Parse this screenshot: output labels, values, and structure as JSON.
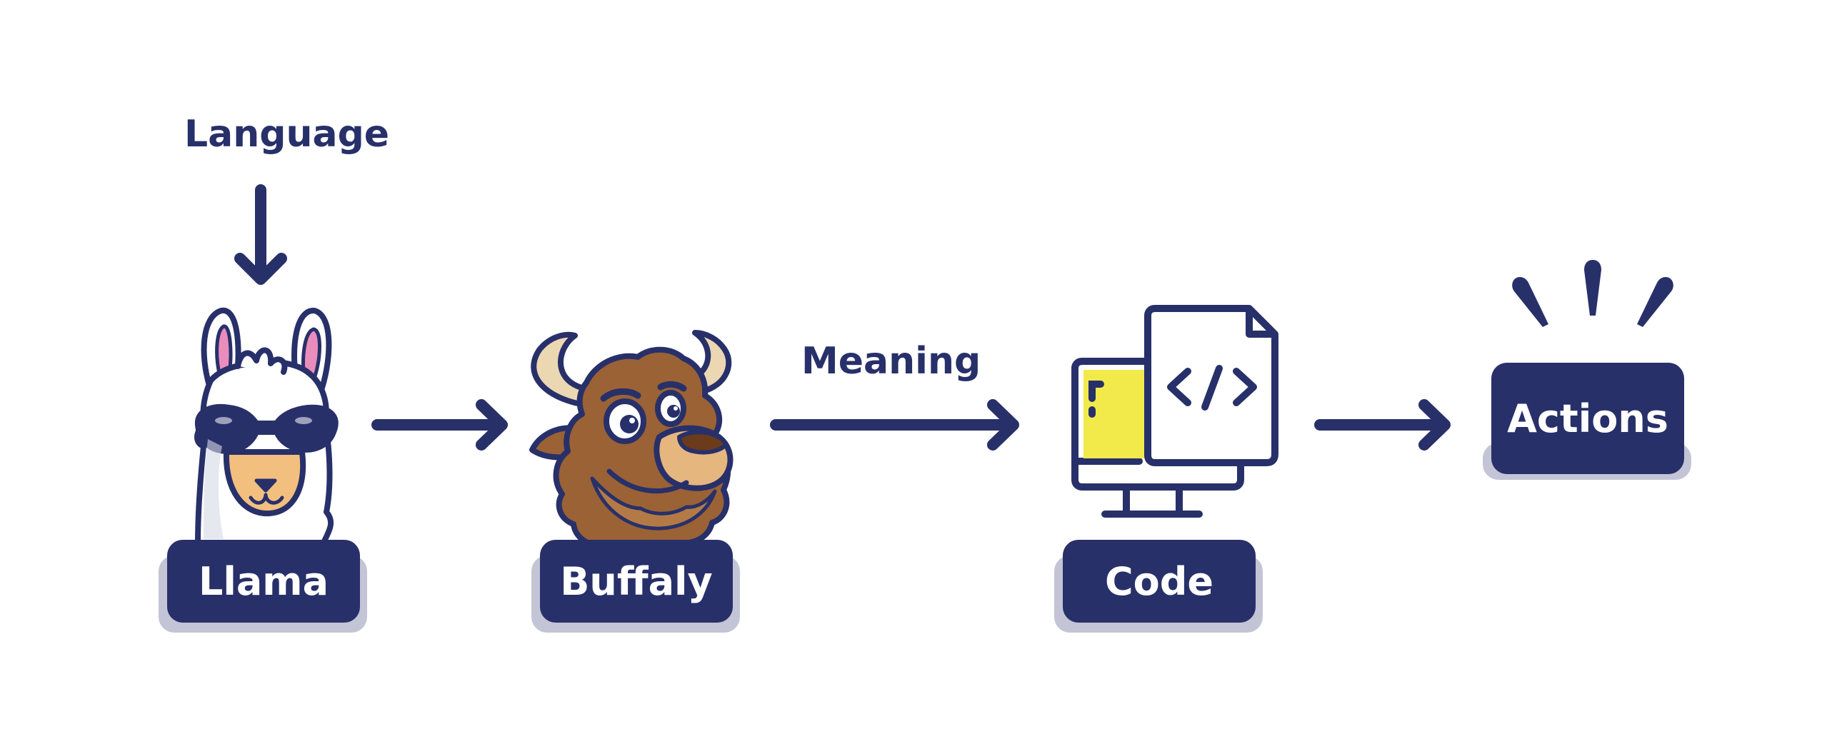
{
  "diagram": {
    "input_label": "Language",
    "middle_label": "Meaning",
    "nodes": [
      {
        "id": "llama",
        "label": "Llama",
        "icon": "llama-icon"
      },
      {
        "id": "buffaly",
        "label": "Buffaly",
        "icon": "bison-icon"
      },
      {
        "id": "code",
        "label": "Code",
        "icon": "computer-code-icon"
      },
      {
        "id": "actions",
        "label": "Actions",
        "icon": "burst-icon"
      }
    ],
    "colors": {
      "navy": "#28306a",
      "badge_shadow": "#c3c5d6",
      "highlight_yellow": "#f2ea4b",
      "llama_ear_pink": "#e98dbd",
      "llama_muzzle": "#f2bf7f",
      "bison_fur": "#9a6235",
      "bison_muzzle": "#e6b67f",
      "bison_horn": "#ecd7b3",
      "background": "#ffffff"
    }
  }
}
